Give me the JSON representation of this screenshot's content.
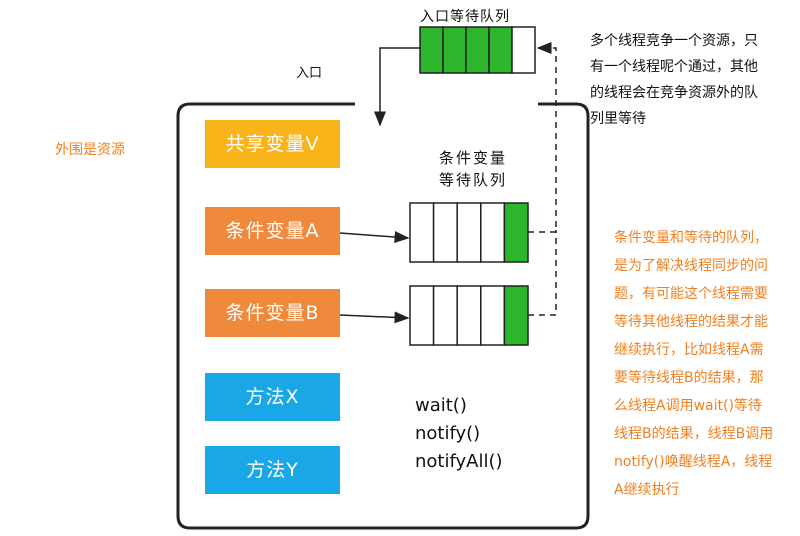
{
  "entry_queue": {
    "title": "入口等待队列",
    "filled_cells": 4,
    "total_cells": 5
  },
  "entry_label": "入口",
  "outer_label": "外围是资源",
  "boxes": {
    "shared_var": "共享变量V",
    "cond_a": "条件变量A",
    "cond_b": "条件变量B",
    "method_x": "方法X",
    "method_y": "方法Y"
  },
  "cond_queue_title": {
    "line1": "条件变量",
    "line2": "等待队列"
  },
  "cond_queues": [
    {
      "name": "A",
      "filled_cells": 1,
      "total_cells": 5
    },
    {
      "name": "B",
      "filled_cells": 1,
      "total_cells": 5
    }
  ],
  "methods": [
    "wait()",
    "notify()",
    "notifyAll()"
  ],
  "notes": {
    "competition": "多个线程竞争一个资源，只有一个线程呢个通过，其他的线程会在竞争资源外的队列里等待",
    "condition": "条件变量和等待的队列，是为了解决线程同步的问题，有可能这个线程需要等待其他线程的结果才能继续执行，比如线程A需要等待线程B的结果，那么线程A调用wait()等待线程B的结果，线程B调用notify()唤醒线程A，线程A继续执行"
  },
  "colors": {
    "green": "#2db52d",
    "shared": "#f9b41a",
    "cond": "#ef8a3d",
    "method": "#1aa7e8",
    "note_orange": "#f0801f"
  }
}
